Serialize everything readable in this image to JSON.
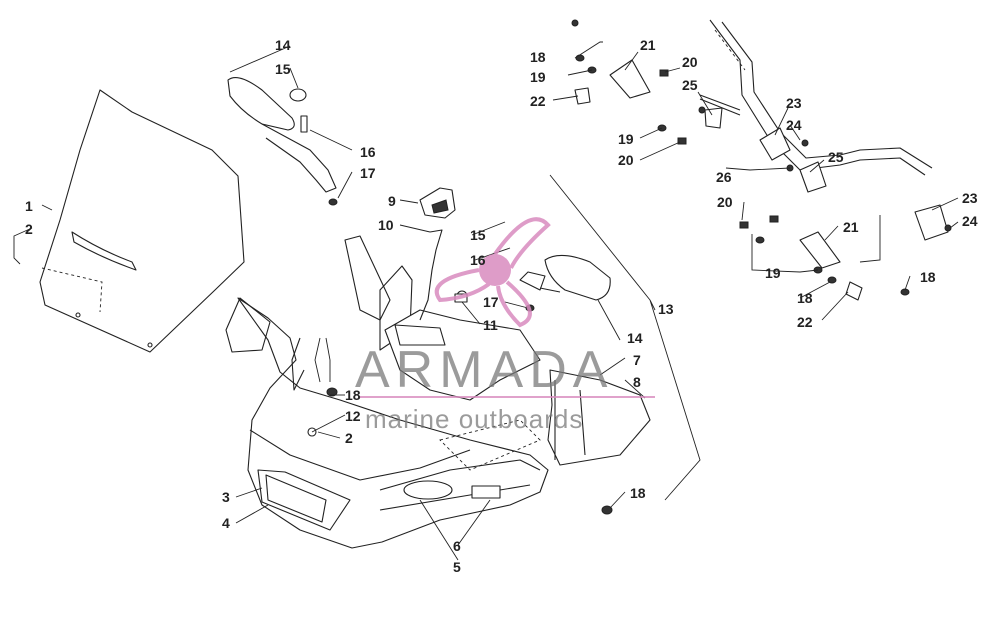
{
  "callouts": [
    {
      "id": "c1",
      "text": "1"
    },
    {
      "id": "c2a",
      "text": "2"
    },
    {
      "id": "c2b",
      "text": "2"
    },
    {
      "id": "c3",
      "text": "3"
    },
    {
      "id": "c4",
      "text": "4"
    },
    {
      "id": "c5",
      "text": "5"
    },
    {
      "id": "c6",
      "text": "6"
    },
    {
      "id": "c7",
      "text": "7"
    },
    {
      "id": "c8",
      "text": "8"
    },
    {
      "id": "c9",
      "text": "9"
    },
    {
      "id": "c10",
      "text": "10"
    },
    {
      "id": "c11",
      "text": "11"
    },
    {
      "id": "c12",
      "text": "12"
    },
    {
      "id": "c13",
      "text": "13"
    },
    {
      "id": "c14a",
      "text": "14"
    },
    {
      "id": "c14b",
      "text": "14"
    },
    {
      "id": "c15a",
      "text": "15"
    },
    {
      "id": "c15b",
      "text": "15"
    },
    {
      "id": "c16a",
      "text": "16"
    },
    {
      "id": "c16b",
      "text": "16"
    },
    {
      "id": "c17a",
      "text": "17"
    },
    {
      "id": "c17b",
      "text": "17"
    },
    {
      "id": "c18a",
      "text": "18"
    },
    {
      "id": "c18b",
      "text": "18"
    },
    {
      "id": "c18c",
      "text": "18"
    },
    {
      "id": "c18d",
      "text": "18"
    },
    {
      "id": "c18e",
      "text": "18"
    },
    {
      "id": "c19a",
      "text": "19"
    },
    {
      "id": "c19b",
      "text": "19"
    },
    {
      "id": "c19c",
      "text": "19"
    },
    {
      "id": "c20a",
      "text": "20"
    },
    {
      "id": "c20b",
      "text": "20"
    },
    {
      "id": "c20c",
      "text": "20"
    },
    {
      "id": "c21a",
      "text": "21"
    },
    {
      "id": "c21b",
      "text": "21"
    },
    {
      "id": "c22a",
      "text": "22"
    },
    {
      "id": "c22b",
      "text": "22"
    },
    {
      "id": "c23a",
      "text": "23"
    },
    {
      "id": "c23b",
      "text": "23"
    },
    {
      "id": "c24a",
      "text": "24"
    },
    {
      "id": "c24b",
      "text": "24"
    },
    {
      "id": "c25a",
      "text": "25"
    },
    {
      "id": "c25b",
      "text": "25"
    },
    {
      "id": "c26",
      "text": "26"
    }
  ],
  "watermark": {
    "brand": "ARMADA",
    "tagline": "marine outboards",
    "logo_color": "#d98bbf",
    "text_color": "#7a7a7a"
  },
  "colors": {
    "line": "#222222",
    "background": "#ffffff"
  }
}
